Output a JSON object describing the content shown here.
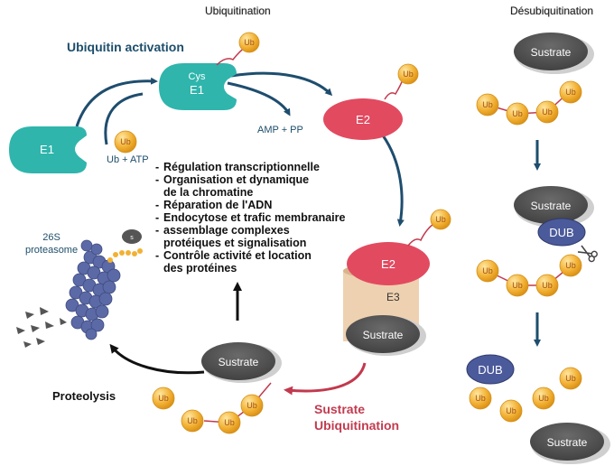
{
  "headers": {
    "ubiquitination": "Ubiquitination",
    "deubiquitination": "Désubiquitination"
  },
  "activation": {
    "title": "Ubiquitin activation",
    "ub_atp": "Ub + ATP",
    "amp_pp": "AMP + PP"
  },
  "enzymes": {
    "e1": "E1",
    "cys": "Cys",
    "e1_active": "E1",
    "e2": "E2",
    "e2_complex": "E2",
    "e3": "E3"
  },
  "ub": "Ub",
  "substrate": "Sustrate",
  "dub": "DUB",
  "functions": [
    "Régulation transcriptionnelle",
    "Organisation et dynamique\nde la chromatine",
    "Réparation de l'ADN",
    "Endocytose et trafic membranaire",
    "assemblage complexes\nprotéiques et signalisation",
    "Contrôle activité et location\ndes protéines"
  ],
  "proteasome": {
    "label": "26S\nproteasome",
    "cap": "s"
  },
  "steps": {
    "proteolysis": "Proteolysis",
    "substrate_ubiquitination": "Sustrate\nUbiquitination"
  },
  "colors": {
    "teal": "#2fb5ac",
    "red_e2": "#e24a60",
    "substrate_gray": "#585858",
    "ub_orange": "#f2b134",
    "dub_purple": "#4b5a9b",
    "e3_beige": "#eed1b0",
    "dark_blue_arrow": "#1e4d6e",
    "red_arrow": "#c2394d"
  }
}
